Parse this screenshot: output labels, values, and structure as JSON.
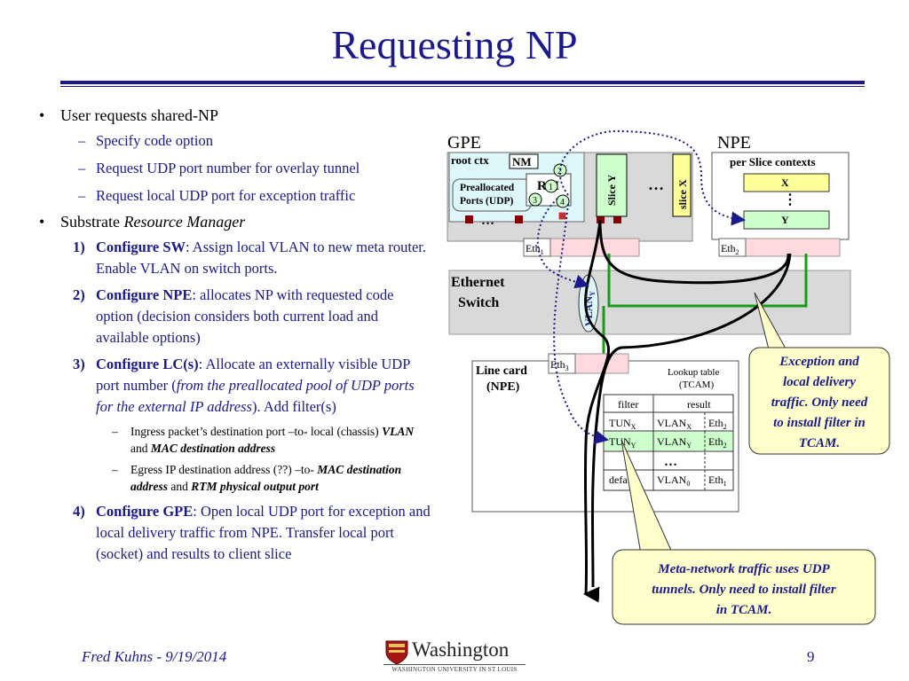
{
  "slide": {
    "title": "Requesting NP",
    "footer_left": "Fred Kuhns - 9/19/2014",
    "page_number": "9",
    "logo_word": "Washington",
    "logo_sub": "WASHINGTON UNIVERSITY IN ST LOUIS"
  },
  "bullets": {
    "b1_text": "User requests shared-NP",
    "sub1": [
      "Specify code option",
      "Request UDP port number for overlay tunnel",
      "Request local UDP port for exception traffic"
    ],
    "b2_prefix": "Substrate ",
    "b2_italic": "Resource Manager",
    "step1_num": "1)",
    "step1_bold": "Configure SW",
    "step1_text": ": Assign local VLAN to new meta router. Enable VLAN on switch ports.",
    "step2_num": "2)",
    "step2_bold": "Configure NPE",
    "step2_text": ": allocates NP with requested code option (decision considers both current load and available options)",
    "step3_num": "3)",
    "step3_bold": "Configure LC(s)",
    "step3_text_a": ": Allocate an externally visible UDP port number (",
    "step3_italic": "from the preallocated pool of UDP ports for the external IP address",
    "step3_text_b": "). Add filter(s)",
    "step3_sub1_a": "Ingress packet’s destination port –to- local (chassis) ",
    "step3_sub1_b": "VLAN",
    "step3_sub1_c": " and ",
    "step3_sub1_d": "MAC destination address",
    "step3_sub2_a": "Egress IP destination address (??) –to- ",
    "step3_sub2_b": "MAC destination address",
    "step3_sub2_c": " and ",
    "step3_sub2_d": "RTM physical output port",
    "step4_num": "4)",
    "step4_bold": "Configure GPE",
    "step4_text": ": Open local UDP port for exception and local delivery traffic from NPE. Transfer local port (socket) and results to client slice"
  },
  "diagram": {
    "gpe_label": "GPE",
    "root_ctx": "root ctx",
    "nm": "NM",
    "rm": "RM",
    "preallocated_1": "Preallocated",
    "preallocated_2": "Ports (UDP)",
    "dots": "…",
    "slice_y": "Slice Y",
    "slice_x": "slice X",
    "badge_1": "1",
    "badge_2": "2",
    "badge_3": "3",
    "badge_4": "4",
    "npe_label": "NPE",
    "per_slice": "per Slice contexts",
    "ctx_x": "X",
    "ctx_y": "Y",
    "eth": "Eth",
    "eth1_sub": "1",
    "eth2_sub": "2",
    "eth3_sub": "3",
    "ethernet": "Ethernet",
    "switch": "Switch",
    "vlan": "VLAN",
    "vlan_sub": "Y",
    "line_card_1": "Line card",
    "line_card_2": "(NPE)",
    "lookup_1": "Lookup table",
    "lookup_2": "(TCAM)",
    "tcam_header_filter": "filter",
    "tcam_header_result": "result",
    "row1_filter": "TUN",
    "row1_filter_sub": "X",
    "row1_vlan": "VLAN",
    "row1_vlan_sub": "X",
    "row1_eth": "Eth",
    "row1_eth_sub": "2",
    "row2_filter": "TUN",
    "row2_filter_sub": "Y",
    "row2_vlan": "VLAN",
    "row2_vlan_sub": "Y",
    "row2_eth": "Eth",
    "row2_eth_sub": "2",
    "row4_filter": "default",
    "row4_vlan": "VLAN",
    "row4_vlan_sub": "0",
    "row4_eth": "Eth",
    "row4_eth_sub": "1",
    "callout1": [
      "Exception and",
      "local delivery",
      "traffic. Only need",
      "to install filter in",
      "TCAM."
    ],
    "callout2": [
      "Meta-network traffic uses UDP",
      "tunnels. Only need to install filter",
      "in TCAM."
    ]
  },
  "colors": {
    "title_blue": "#1a1a8c",
    "gpe_cyan": "#ddf7fb",
    "slice_green": "#ccffcc",
    "ctx_yellow": "#ffff99",
    "eth_pink": "#ffd9dd",
    "callout_fill": "#ffffcc",
    "vlan_green": "#1a9a1a",
    "port_red": "#8b0000"
  }
}
